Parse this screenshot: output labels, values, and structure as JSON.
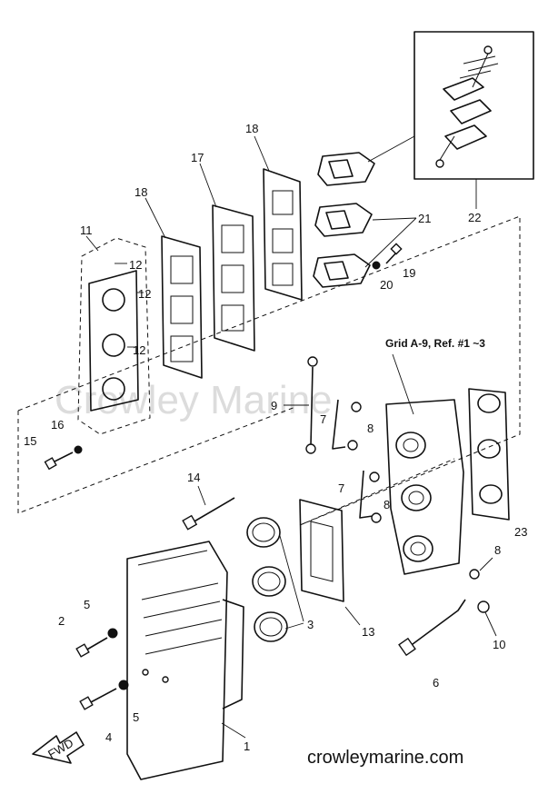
{
  "watermark": "Crowley Marine",
  "site": "crowleymarine.com",
  "note": "Grid A-9, Ref. #1 ~3",
  "fwd": "FWD",
  "callouts": {
    "c1": "1",
    "c2": "2",
    "c3": "3",
    "c4": "4",
    "c5a": "5",
    "c5b": "5",
    "c6": "6",
    "c7a": "7",
    "c7b": "7",
    "c8a": "8",
    "c8b": "8",
    "c8c": "8",
    "c9": "9",
    "c10": "10",
    "c11": "11",
    "c12a": "12",
    "c12b": "12",
    "c12c": "12",
    "c13": "13",
    "c14": "14",
    "c15": "15",
    "c16": "16",
    "c17": "17",
    "c18a": "18",
    "c18b": "18",
    "c19": "19",
    "c20": "20",
    "c21": "21",
    "c22": "22",
    "c23": "23"
  }
}
